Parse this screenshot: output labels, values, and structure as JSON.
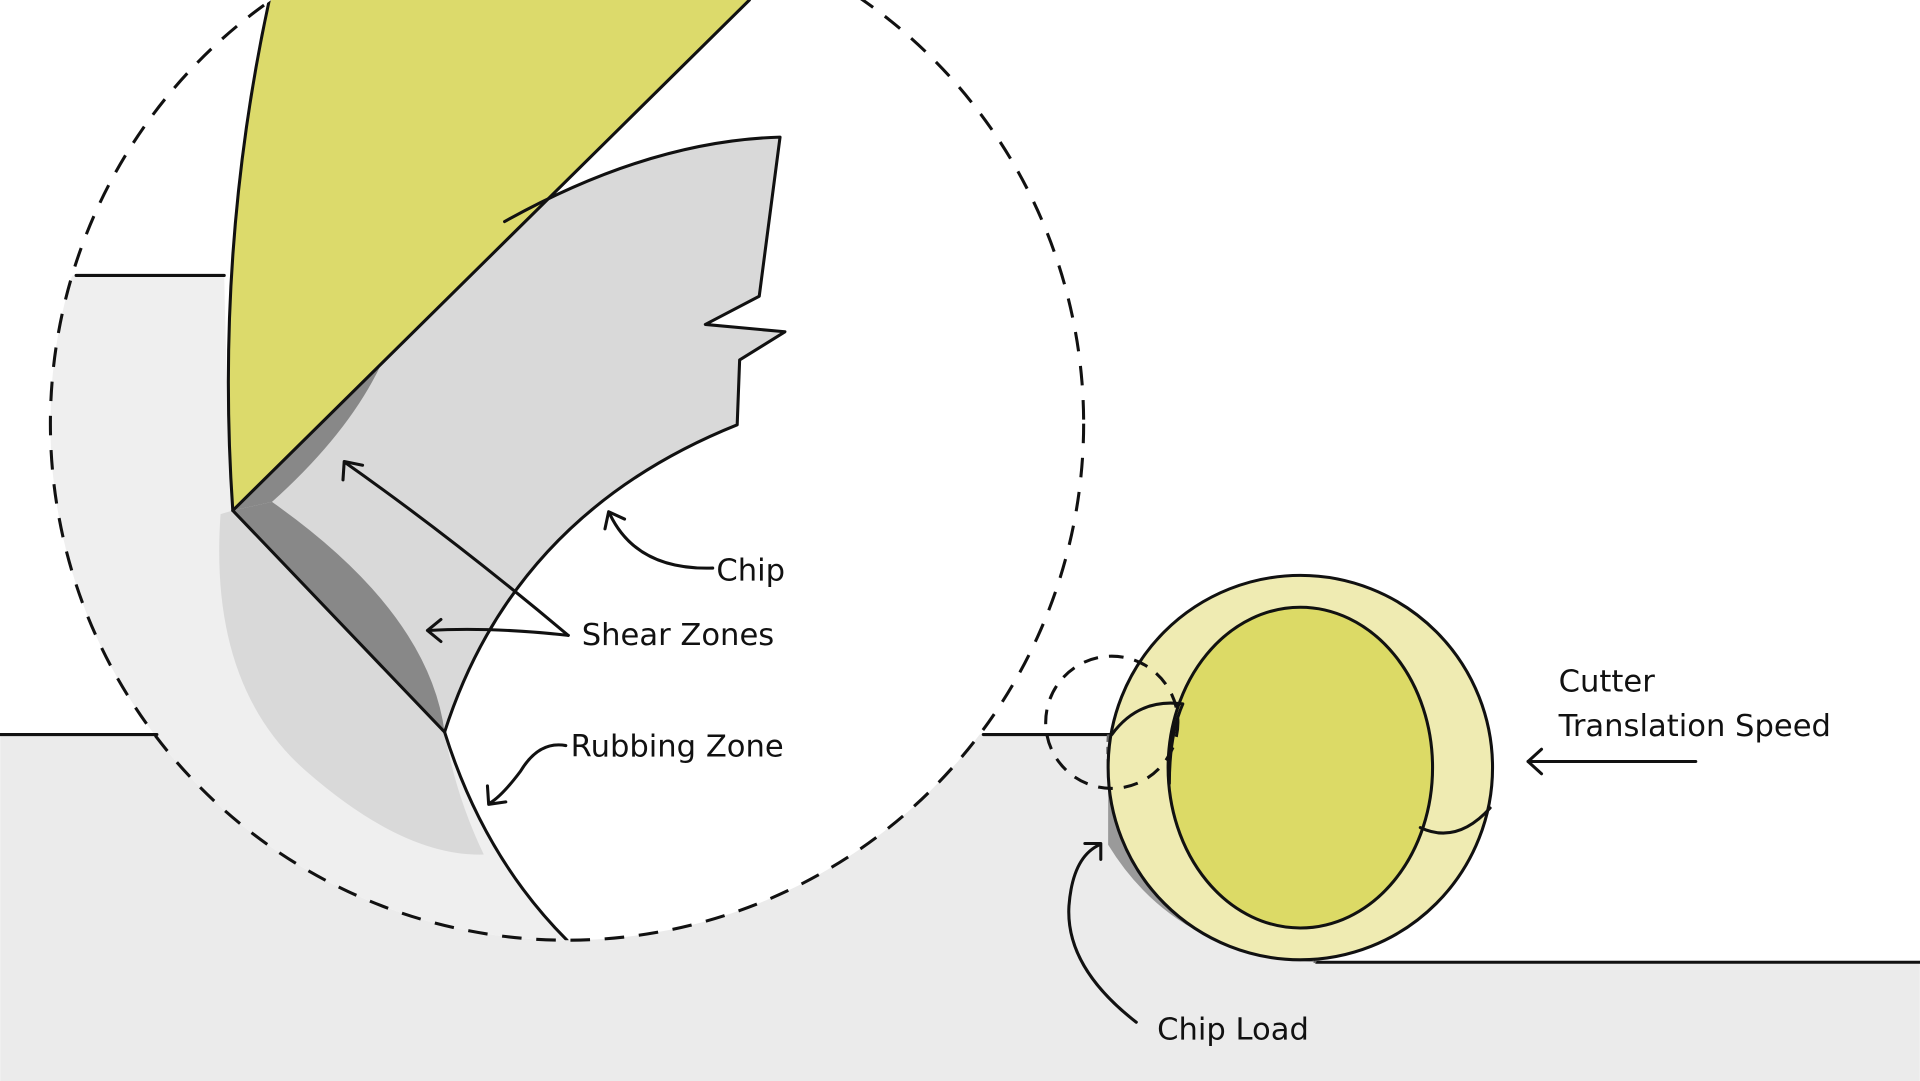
{
  "labels": {
    "chip": "Chip",
    "shear_zones": "Shear Zones",
    "rubbing_zone": "Rubbing Zone",
    "cutter_line1": "Cutter",
    "cutter_line2": "Translation Speed",
    "chip_load": "Chip Load"
  },
  "colors": {
    "workpiece": "#ebebeb",
    "workpiece_magnified": "#efefef",
    "chip": "#d9d9d9",
    "shear_zone": "#888888",
    "tool": "#dcda6b",
    "cutter_outer": "#efebb2",
    "chip_load": "#9a9a9a"
  }
}
